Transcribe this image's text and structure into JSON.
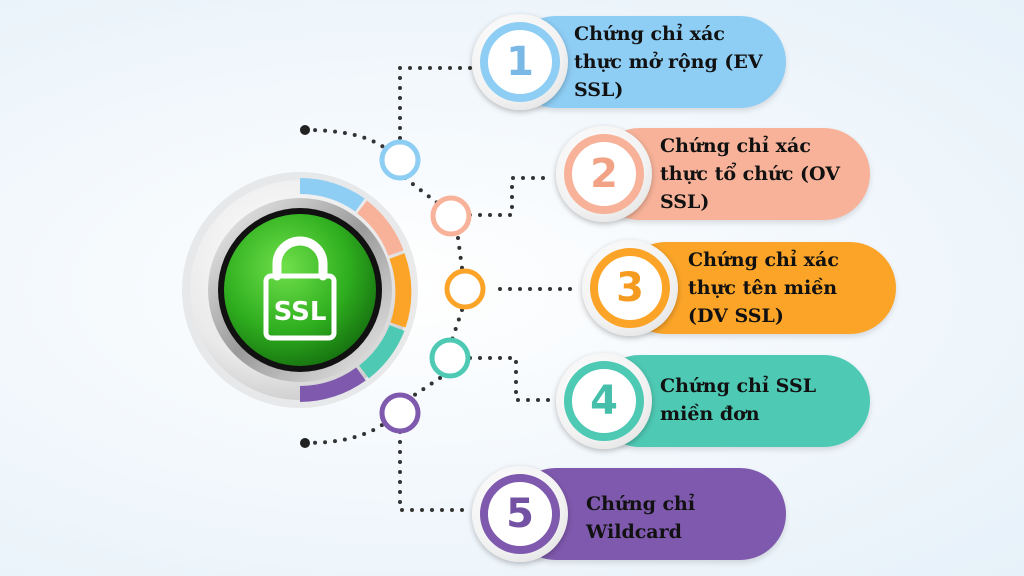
{
  "center": {
    "badge_text": "SSL",
    "colors": {
      "green": "#3cb62c",
      "dark": "#0f4f0f"
    }
  },
  "items": [
    {
      "number": "1",
      "label": "Chứng chỉ xác\nthực mở rộng (EV\nSSL)",
      "color": "#8ecdf4",
      "accent": "#7ab8e6"
    },
    {
      "number": "2",
      "label": "Chứng chỉ xác\nthực tổ chức (OV\nSSL)",
      "color": "#f7b299",
      "accent": "#f2a386"
    },
    {
      "number": "3",
      "label": "Chứng chỉ xác\nthực tên miền\n(DV SSL)",
      "color": "#fba428",
      "accent": "#f59b1f"
    },
    {
      "number": "4",
      "label": "Chứng chỉ SSL\nmiền đơn",
      "color": "#4ec9b4",
      "accent": "#45bfaa"
    },
    {
      "number": "5",
      "label": "Chứng chỉ\nWildcard",
      "color": "#7f59ad",
      "accent": "#7452a3"
    }
  ]
}
